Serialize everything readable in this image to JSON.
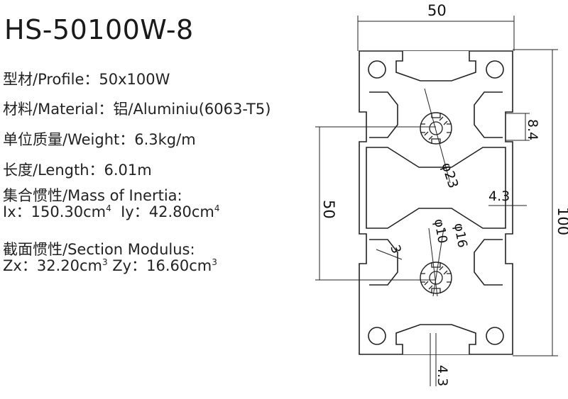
{
  "title": "HS-50100W-8",
  "specs": {
    "profile": {
      "label": "型材/Profile：",
      "value": "50x100W"
    },
    "material": {
      "label": "材料/Material：",
      "value": "铝/Aluminiu(6063-T5)"
    },
    "weight": {
      "label": "单位质量/Weight：",
      "value": "6.3kg/m"
    },
    "length": {
      "label": "长度/Length：",
      "value": "6.01m"
    },
    "inertia": {
      "heading": "集合惯性/Mass of Inertia:",
      "ix_label": "Ix：",
      "ix_value": "150.30cm",
      "ix_exp": "4",
      "iy_label": "Iy：",
      "iy_value": "42.80cm",
      "iy_exp": "4"
    },
    "modulus": {
      "heading": "截面惯性/Section Modulus:",
      "zx_label": "Zx：",
      "zx_value": "32.20cm",
      "zx_exp": "3",
      "zy_label": "Zy：",
      "zy_value": "16.60cm",
      "zy_exp": "3"
    }
  },
  "dimensions": {
    "width_top": "50",
    "height_total": "100",
    "height_half": "50",
    "slot_opening_side": "8.4",
    "wall_side": "4.3",
    "wall_bottom": "4.3",
    "center_bore_outer": "φ23",
    "center_bore_mid": "φ16",
    "center_bore_inner": "φ10",
    "rib": "3"
  }
}
